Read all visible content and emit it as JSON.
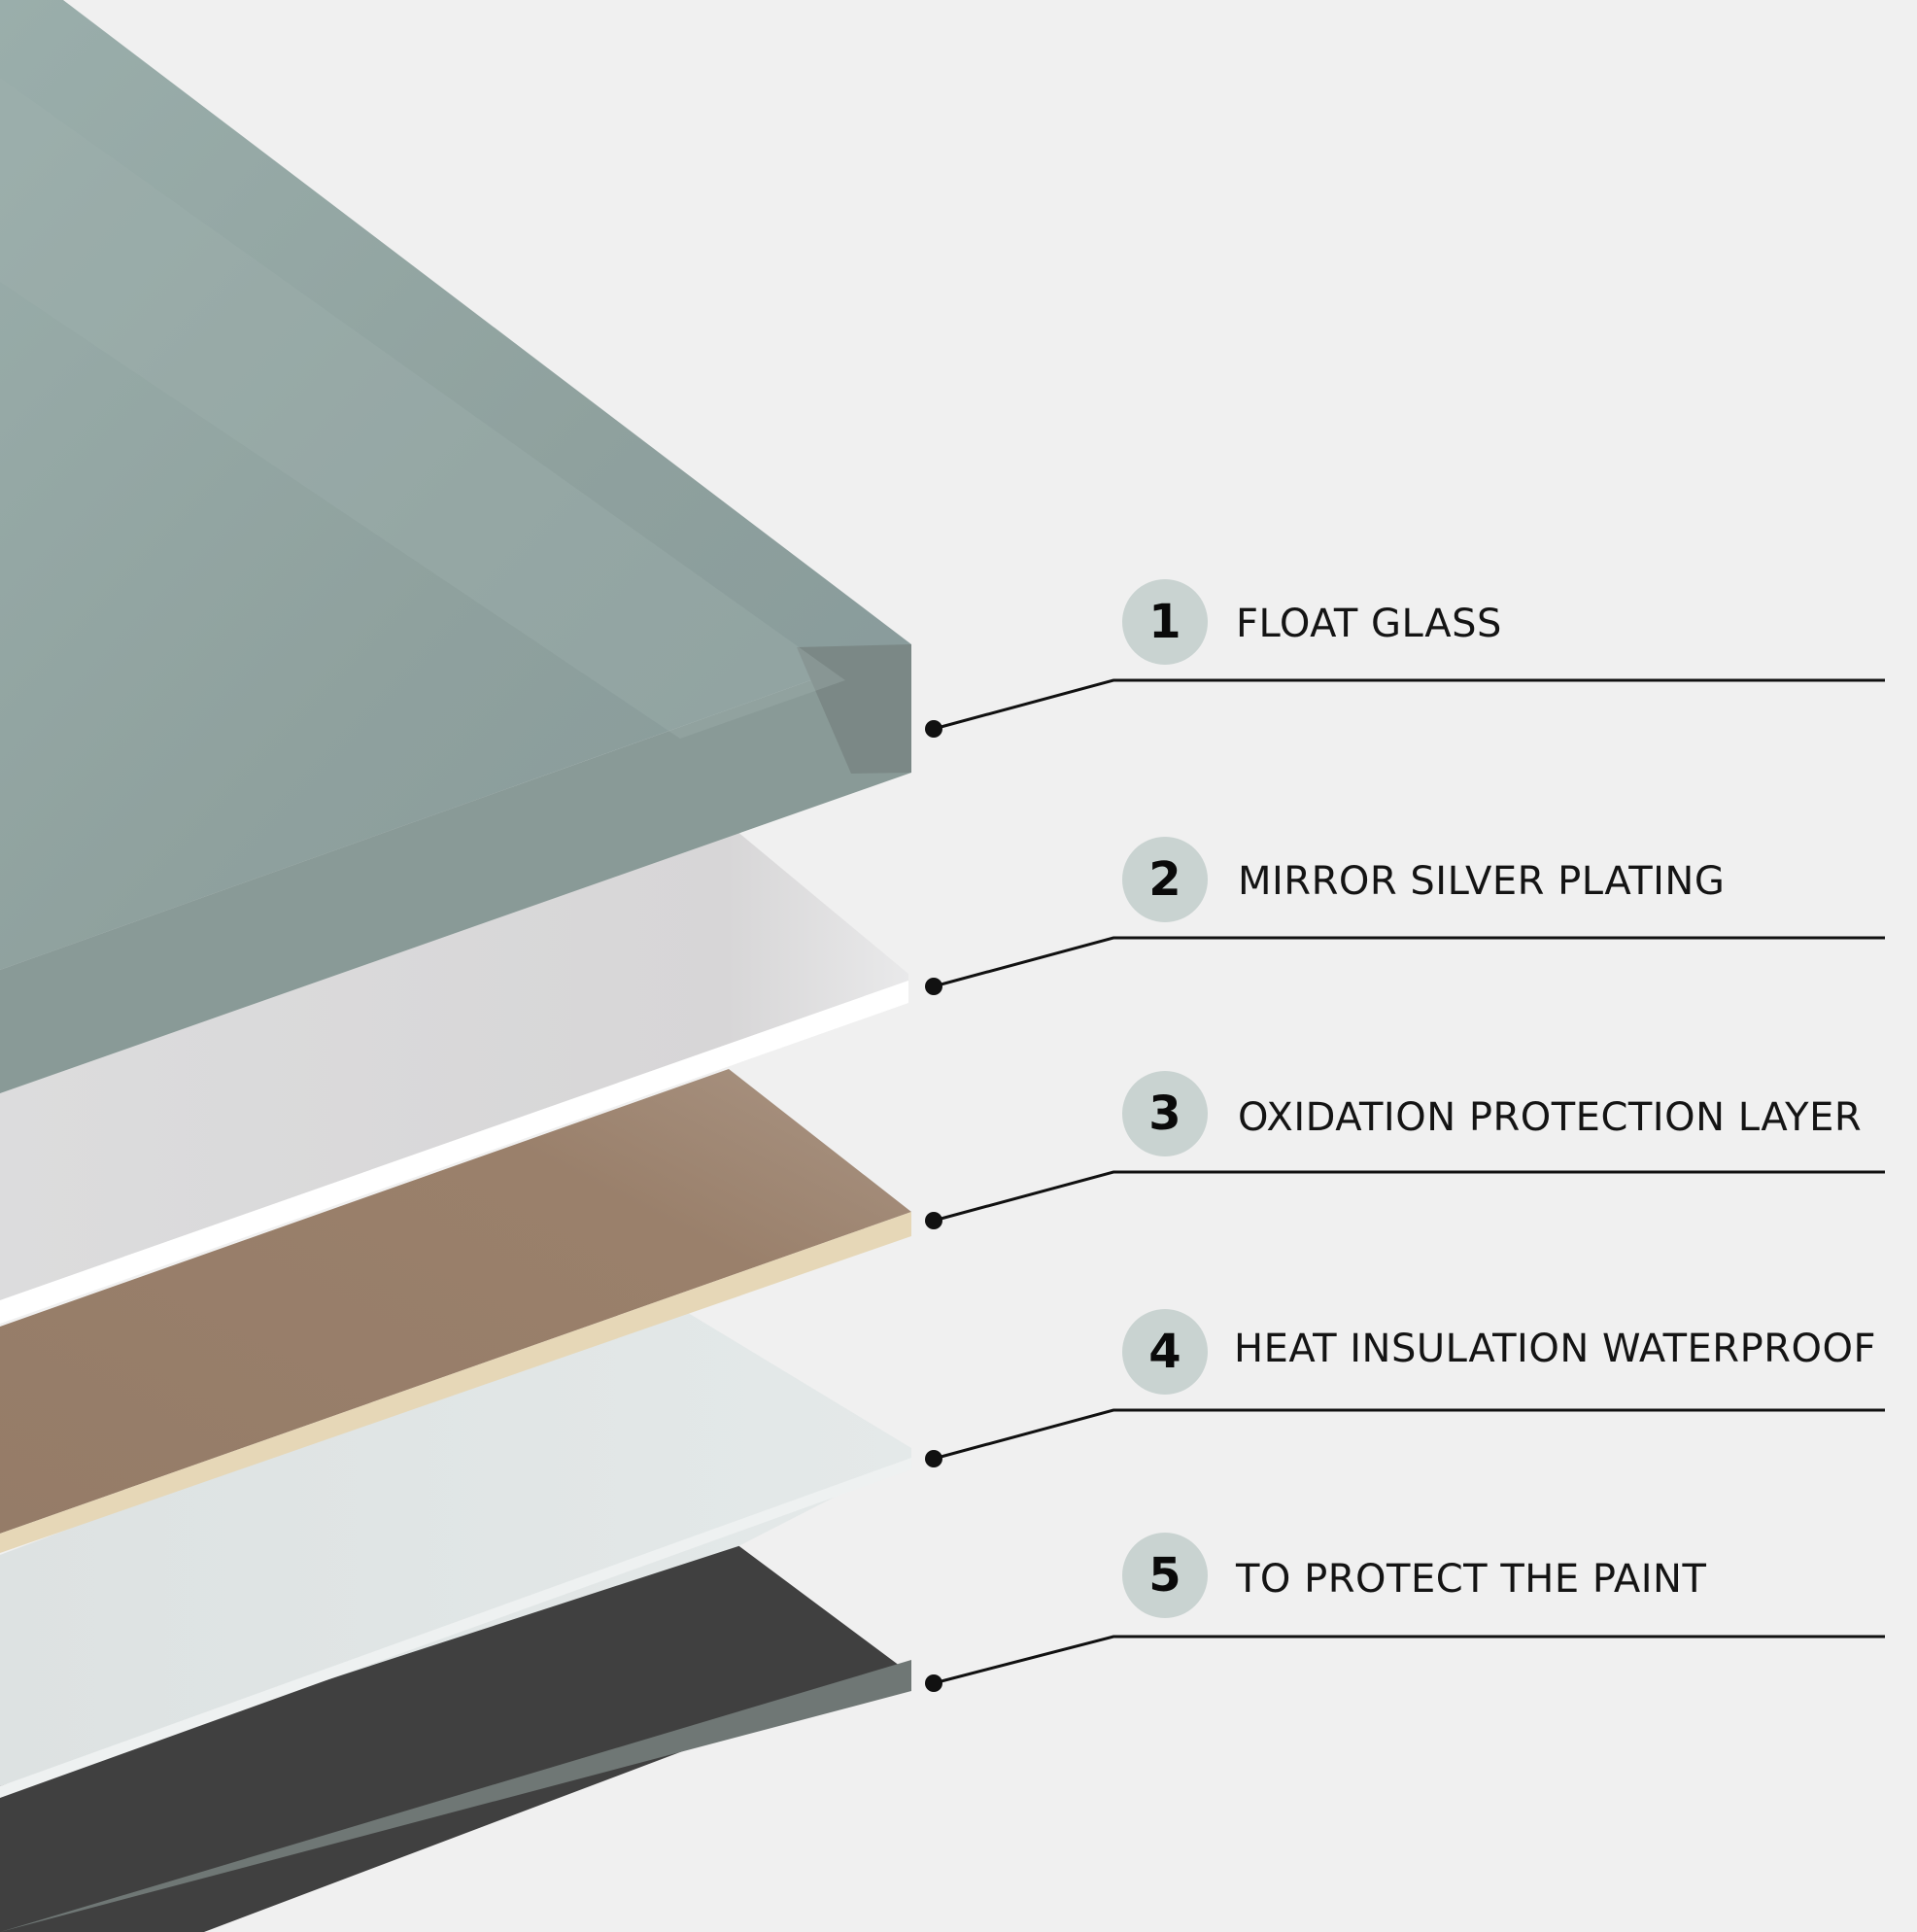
{
  "layers": [
    {
      "number": "1",
      "label": "FLOAT GLASS",
      "color": "#8fa19e"
    },
    {
      "number": "2",
      "label": "MIRROR SILVER PLATING",
      "color": "#d9d8d9"
    },
    {
      "number": "3",
      "label": "OXIDATION PROTECTION LAYER",
      "color": "#9a806b"
    },
    {
      "number": "4",
      "label": "HEAT INSULATION WATERPROOF",
      "color": "#dde2e2"
    },
    {
      "number": "5",
      "label": "TO PROTECT THE PAINT",
      "color": "#404040"
    }
  ],
  "colors": {
    "background": "#f0f0f0",
    "badge": "#c9d3d1",
    "leader_line": "#111111"
  }
}
